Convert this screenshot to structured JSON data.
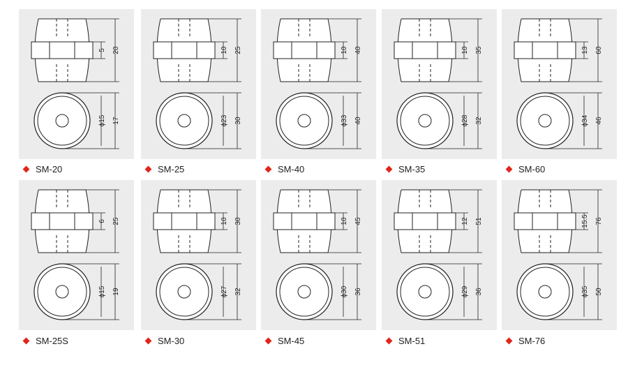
{
  "accent_color": "#e1251b",
  "models": [
    {
      "name": "SM-20",
      "d_inner": "5",
      "h_total": "20",
      "diam": "ϕ15",
      "width": "17"
    },
    {
      "name": "SM-25",
      "d_inner": "10",
      "h_total": "25",
      "diam": "ϕ23",
      "width": "30"
    },
    {
      "name": "SM-40",
      "d_inner": "10",
      "h_total": "40",
      "diam": "ϕ33",
      "width": "40"
    },
    {
      "name": "SM-35",
      "d_inner": "10",
      "h_total": "35",
      "diam": "ϕ28",
      "width": "32"
    },
    {
      "name": "SM-60",
      "d_inner": "13",
      "h_total": "60",
      "diam": "ϕ34",
      "width": "46"
    },
    {
      "name": "SM-25S",
      "d_inner": "6",
      "h_total": "25",
      "diam": "ϕ15",
      "width": "19"
    },
    {
      "name": "SM-30",
      "d_inner": "10",
      "h_total": "30",
      "diam": "ϕ27",
      "width": "32"
    },
    {
      "name": "SM-45",
      "d_inner": "10",
      "h_total": "45",
      "diam": "ϕ30",
      "width": "36"
    },
    {
      "name": "SM-51",
      "d_inner": "12",
      "h_total": "51",
      "diam": "ϕ29",
      "width": "36"
    },
    {
      "name": "SM-76",
      "d_inner": "15.5",
      "h_total": "76",
      "diam": "ϕ35",
      "width": "50"
    }
  ]
}
